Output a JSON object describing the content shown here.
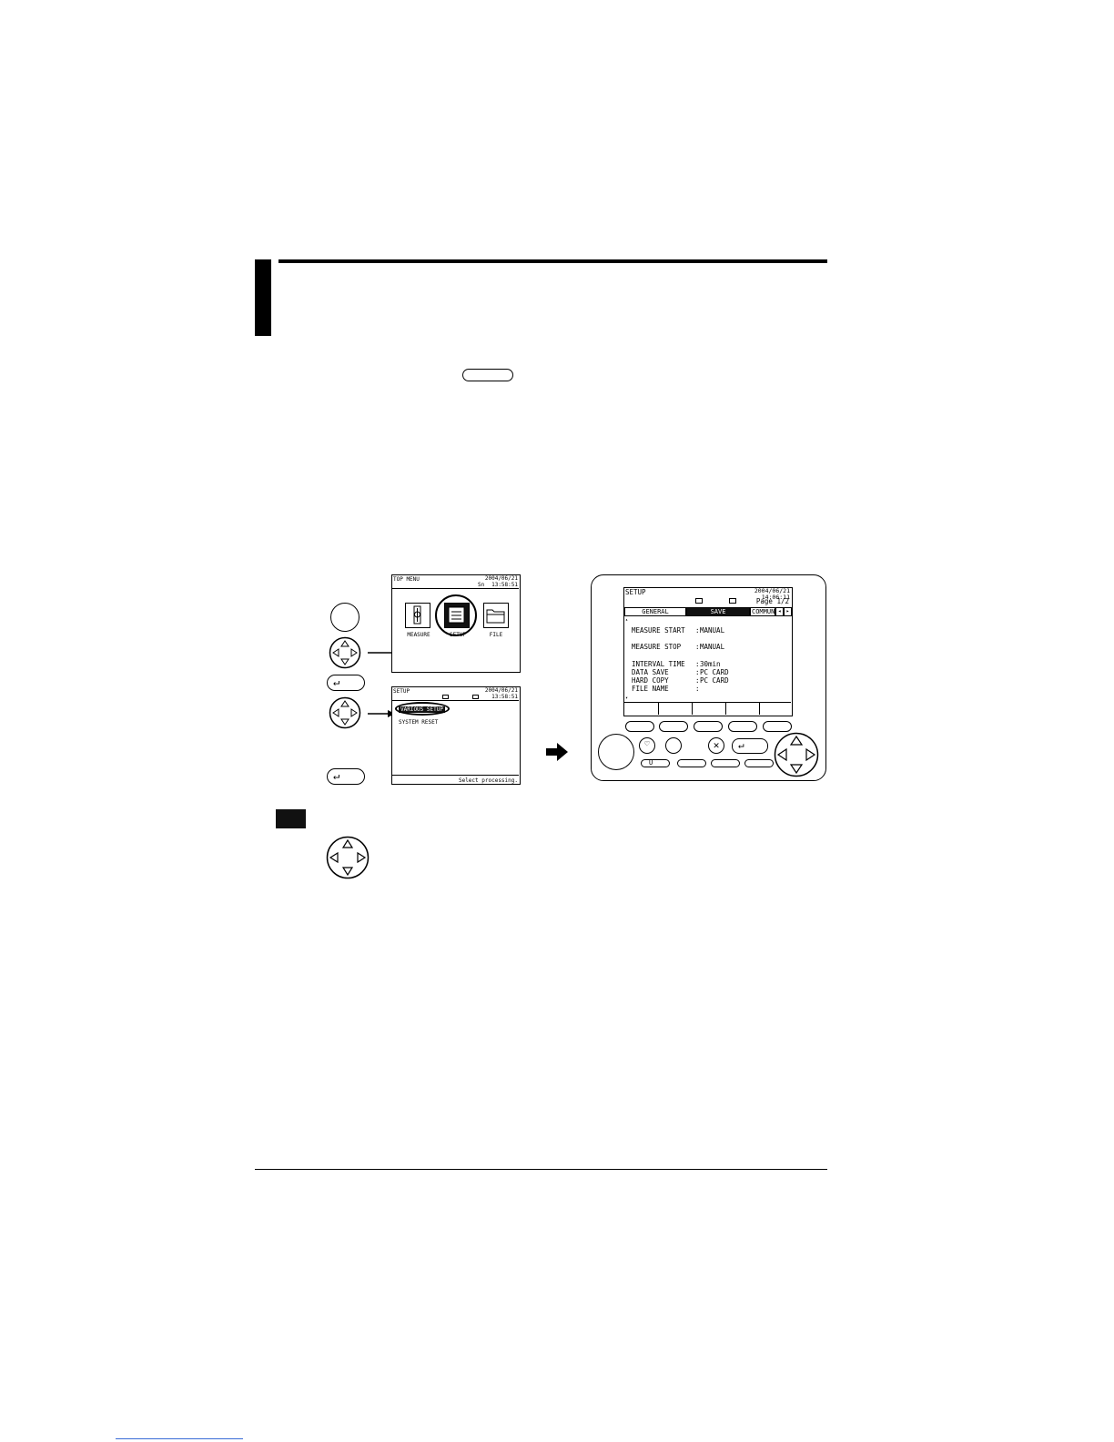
{
  "top_menu": {
    "title": "TOP MENU",
    "datetime": "2004/06/21\n13:58:51",
    "status": "Sn",
    "icons": [
      {
        "label": "MEASURE",
        "icon": "measure-icon"
      },
      {
        "label": "SETUP",
        "icon": "setup-icon"
      },
      {
        "label": "FILE",
        "icon": "file-icon"
      }
    ]
  },
  "setup_menu": {
    "title": "SETUP",
    "datetime": "2004/06/21\n13:58:51",
    "items": [
      "VARIOUS SETUP",
      "SYSTEM RESET"
    ],
    "status": "Select processing."
  },
  "device": {
    "title": "SETUP",
    "datetime": "2004/06/21\n14:06:11",
    "page": "Page 1/2",
    "tabs": [
      "GENERAL",
      "SAVE",
      "COMMUN"
    ],
    "settings": [
      {
        "name": "MEASURE START",
        "value": "MANUAL"
      },
      {
        "name": "MEASURE STOP",
        "value": "MANUAL"
      },
      {
        "name": "INTERVAL TIME",
        "value": "30min"
      },
      {
        "name": "DATA SAVE",
        "value": "PC CARD"
      },
      {
        "name": "HARD COPY",
        "value": "PC CARD"
      },
      {
        "name": "FILE NAME",
        "value": ""
      }
    ],
    "power_key_label": "U"
  },
  "keys": {
    "enter_glyph": "↵"
  }
}
